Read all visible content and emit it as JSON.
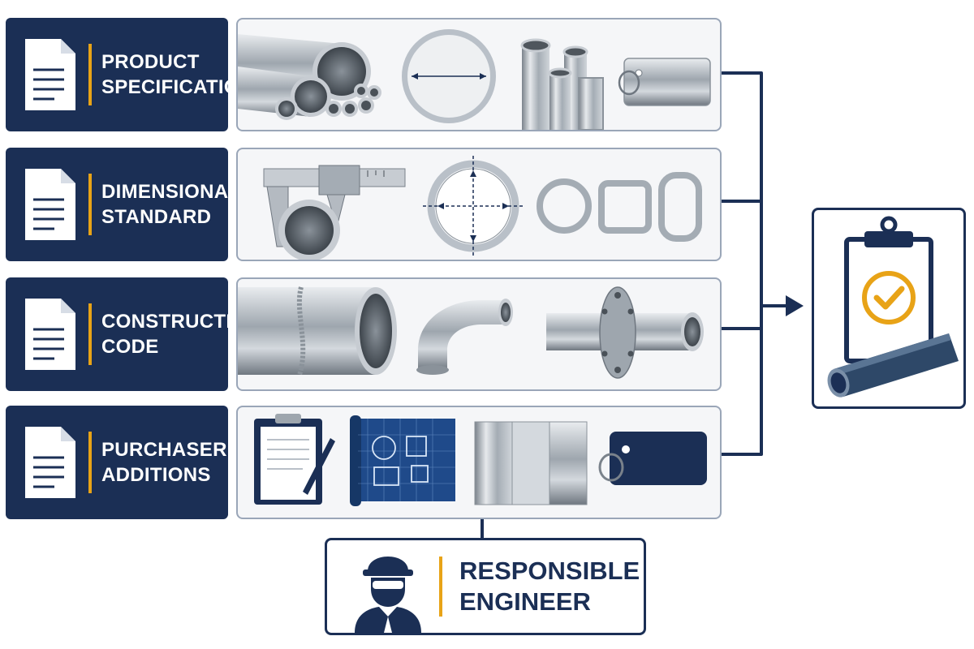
{
  "rows": [
    {
      "line1": "PRODUCT",
      "line2": "SPECIFICATION",
      "icon": "document-icon",
      "images": [
        "pipe-bundle",
        "pipe-cross-section",
        "tube-shapes",
        "metal-tag"
      ]
    },
    {
      "line1": "DIMENSIONAL",
      "line2": "STANDARD",
      "icon": "document-icon",
      "images": [
        "caliper-measuring-pipe",
        "diameter-crosshair",
        "ring-profiles"
      ]
    },
    {
      "line1": "CONSTRUCTION",
      "line2": "CODE",
      "icon": "document-icon",
      "images": [
        "welded-pipe",
        "elbow-fitting",
        "flanged-pipe"
      ]
    },
    {
      "line1": "PURCHASER",
      "line2": "ADDITIONS",
      "icon": "document-icon",
      "images": [
        "clipboard-and-pen",
        "blueprint",
        "metal-finish-samples",
        "blue-tag"
      ]
    }
  ],
  "engineer": {
    "line1": "RESPONSIBLE",
    "line2": "ENGINEER",
    "icon": "engineer-icon"
  },
  "result": {
    "icon": "clipboard-check-icon",
    "pipe": "pipe-icon"
  },
  "colors": {
    "navy": "#1b2f55",
    "accent": "#e8a317",
    "panel_border": "#9aa6b8",
    "steel": "#b9c0c8"
  }
}
